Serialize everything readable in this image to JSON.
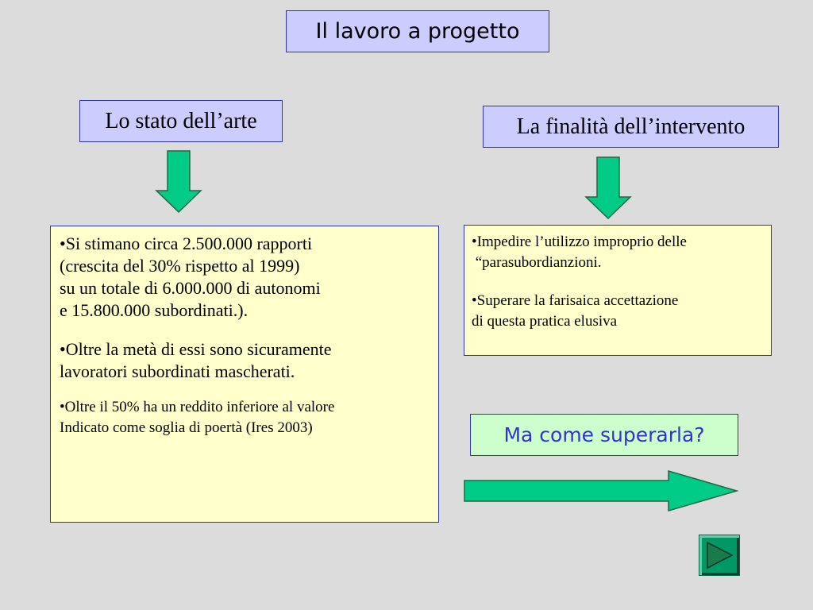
{
  "title": "Il lavoro a progetto",
  "left_heading": "Lo stato dell’arte",
  "right_heading": "La finalità dell’intervento",
  "left_content": {
    "p1_lines": [
      "•Si stimano circa 2.500.000 rapporti",
      "(crescita del 30% rispetto al 1999)",
      "su un totale di 6.000.000 di autonomi",
      "e 15.800.000 subordinati.)."
    ],
    "p2_lines": [
      "•Oltre la metà di essi sono sicuramente",
      "lavoratori subordinati mascherati."
    ],
    "p3_lines": [
      "•Oltre il 50% ha un reddito inferiore al valore",
      "Indicato come soglia di poertà (Ires 2003)"
    ]
  },
  "right_content": {
    "p1_lines": [
      "•Impedire l’utilizzo improprio delle",
      " “parasubordianzioni."
    ],
    "p2_lines": [
      "•Superare la farisaica accettazione",
      "di questa pratica elusiva"
    ]
  },
  "question": "Ma come superarla?",
  "colors": {
    "background": "#dcdcdc",
    "heading_fill": "#ccccff",
    "content_fill": "#ffffcc",
    "question_fill": "#ccffcc",
    "question_text": "#3333cc",
    "arrow_fill": "#00cc88"
  },
  "icons": {
    "down_arrows": "arrow-down-icon",
    "right_arrow": "arrow-right-icon",
    "nav_button": "play-icon"
  }
}
